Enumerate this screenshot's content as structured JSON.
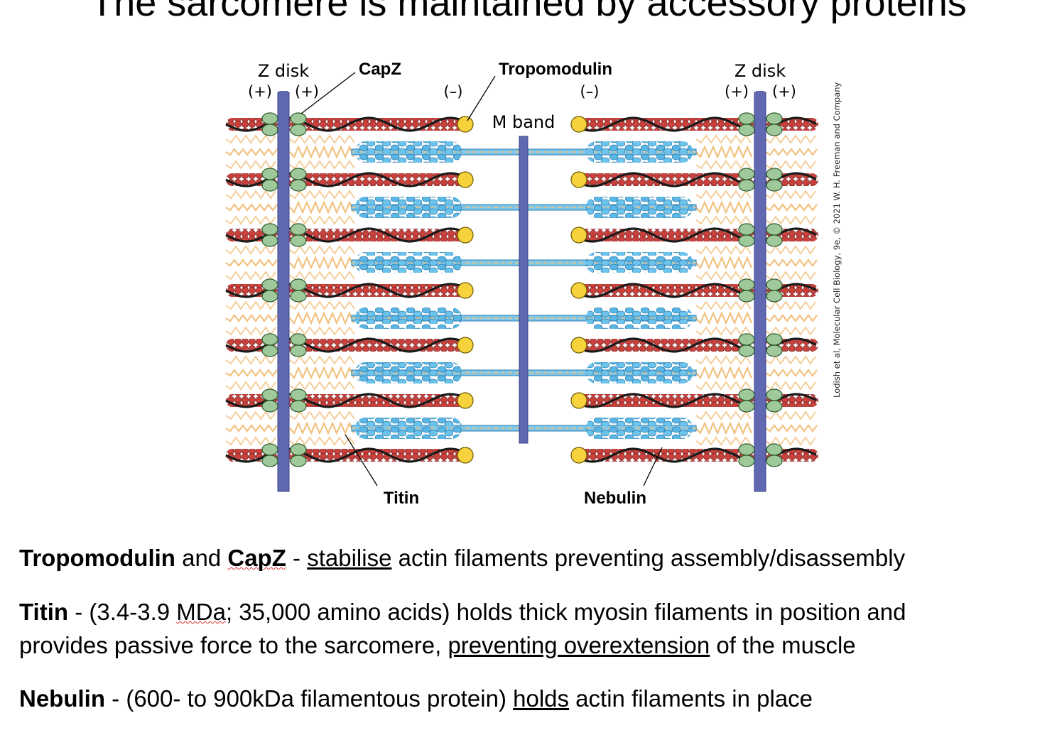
{
  "slide": {
    "title": "The sarcomere is maintained by accessory proteins"
  },
  "diagram": {
    "labels": {
      "z_disk_left": "Z disk",
      "z_disk_right": "Z disk",
      "capz": "CapZ",
      "tropomodulin": "Tropomodulin",
      "m_band": "M band",
      "titin": "Titin",
      "nebulin": "Nebulin",
      "plus": "(+)",
      "minus": "(–)"
    },
    "credit": "Lodish et al, Molecular Cell Biology, 9e, © 2021 W. H. Freeman and Company",
    "colors": {
      "z_disk": "#5f68b0",
      "actin": "#c8413c",
      "capz": "#9fc99a",
      "tropomodulin": "#f6d33c",
      "myosin": "#5ab6e4",
      "titin": "#f2c17e",
      "nebulin": "#1a1a1a"
    }
  },
  "paragraphs": [
    {
      "t1": "Tropomodulin",
      "t2": " and ",
      "t3": "CapZ",
      "t4": " - ",
      "t5": "stabilise",
      "t6": " actin filaments preventing assembly/disassembly"
    },
    {
      "t1": "Titin",
      "t2": " - (3.4-3.9 ",
      "t3": "MDa",
      "t4": "; 35,000 amino acids) holds thick myosin filaments in position and",
      "t5": "provides passive force to the sarcomere, ",
      "t6": "preventing overextension",
      "t7": " of the muscle"
    },
    {
      "t1": "Nebulin",
      "t2": " - (600- to 900kDa filamentous protein) ",
      "t3": "holds",
      "t4": " actin filaments in place"
    }
  ]
}
